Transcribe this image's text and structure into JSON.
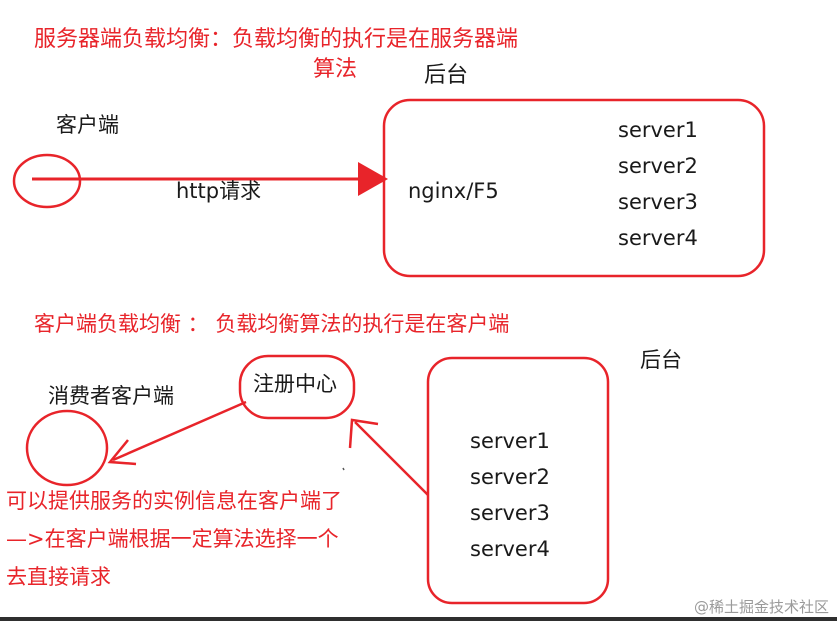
{
  "colors": {
    "annotation_red": "#e8242a",
    "text_black": "#1a1a1a",
    "watermark_gray": "#9a9a9a"
  },
  "server_lb": {
    "title_line1": "服务器端负载均衡：负载均衡的执行是在服务器端",
    "title_line2": "算法",
    "backend_label": "后台",
    "client_label": "客户端",
    "request_label": "http请求",
    "proxy_label": "nginx/F5",
    "servers": [
      "server1",
      "server2",
      "server3",
      "server4"
    ]
  },
  "client_lb": {
    "title": "客户端负载均衡 ： 负载均衡算法的执行是在客户端",
    "backend_label": "后台",
    "registry_label": "注册中心",
    "consumer_label": "消费者客户端",
    "note_line1": "可以提供服务的实例信息在客户端了",
    "note_line2": "—>在客户端根据一定算法选择一个",
    "note_line3": "去直接请求",
    "servers": [
      "server1",
      "server2",
      "server3",
      "server4"
    ]
  },
  "watermark": "@稀土掘金技术社区"
}
